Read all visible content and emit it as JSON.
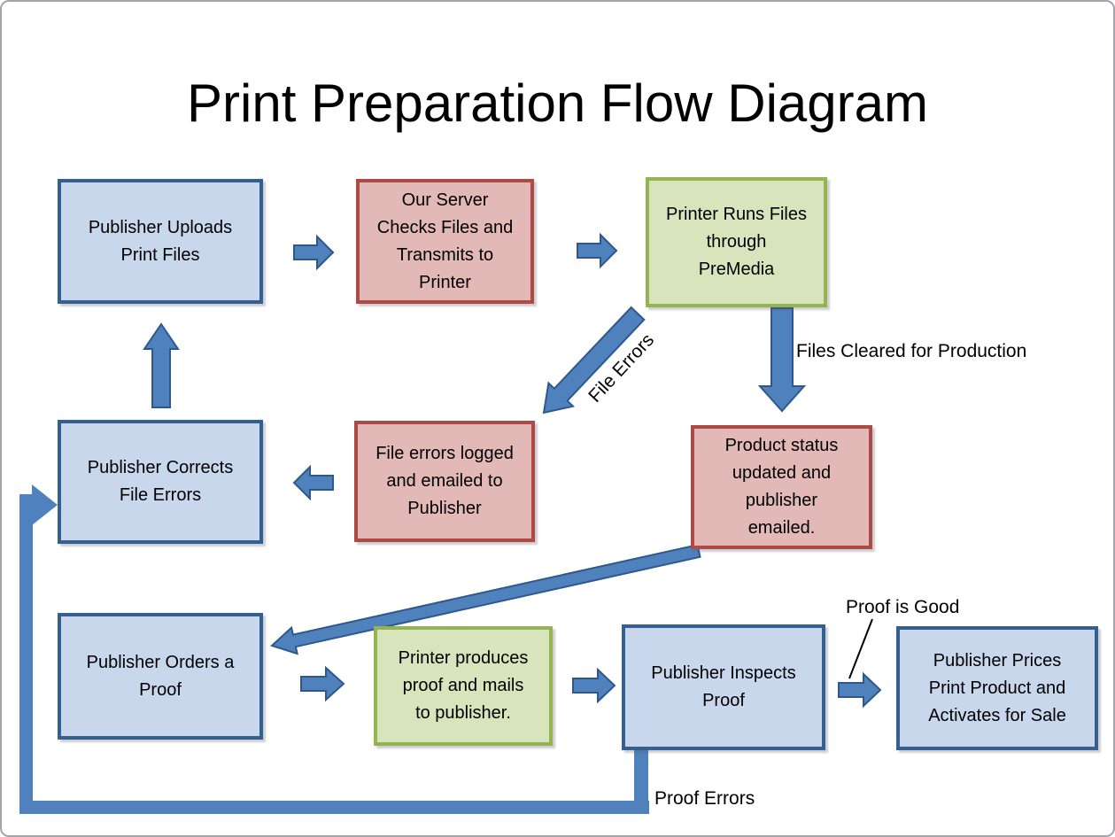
{
  "title": "Print Preparation Flow Diagram",
  "boxes": {
    "publisher_uploads": {
      "label": [
        "Publisher Uploads",
        "Print Files"
      ],
      "color": "blue"
    },
    "server_checks": {
      "label": [
        "Our Server",
        "Checks Files and",
        "Transmits to",
        "Printer"
      ],
      "color": "red"
    },
    "printer_premedia": {
      "label": [
        "Printer Runs Files",
        "through",
        "PreMedia"
      ],
      "color": "green"
    },
    "publisher_corrects": {
      "label": [
        "Publisher Corrects",
        "File Errors"
      ],
      "color": "blue"
    },
    "file_errors_logged": {
      "label": [
        "File errors logged",
        "and emailed to",
        "Publisher"
      ],
      "color": "red"
    },
    "product_status": {
      "label": [
        "Product status",
        "updated and",
        "publisher",
        "emailed."
      ],
      "color": "red"
    },
    "publisher_orders": {
      "label": [
        "Publisher Orders a",
        "Proof"
      ],
      "color": "blue"
    },
    "printer_produces": {
      "label": [
        "Printer produces",
        "proof and mails",
        "to publisher."
      ],
      "color": "green"
    },
    "publisher_inspects": {
      "label": [
        "Publisher Inspects",
        "Proof"
      ],
      "color": "blue"
    },
    "publisher_prices": {
      "label": [
        "Publisher Prices",
        "Print Product and",
        "Activates for Sale"
      ],
      "color": "blue"
    }
  },
  "labels": {
    "file_errors": "File Errors",
    "files_cleared": "Files Cleared for Production",
    "proof_is_good": "Proof is Good",
    "proof_errors": "Proof Errors"
  },
  "colors": {
    "arrow_blue": "#4f81bd",
    "arrow_outline": "#2e588c",
    "blue_fill": "#c9d7ed",
    "blue_border": "#365f91",
    "red_fill": "#e2b9b7",
    "red_border": "#ad4a45",
    "green_fill": "#d8e4bc",
    "green_border": "#95b350",
    "slide_border": "#a4a4ac"
  }
}
